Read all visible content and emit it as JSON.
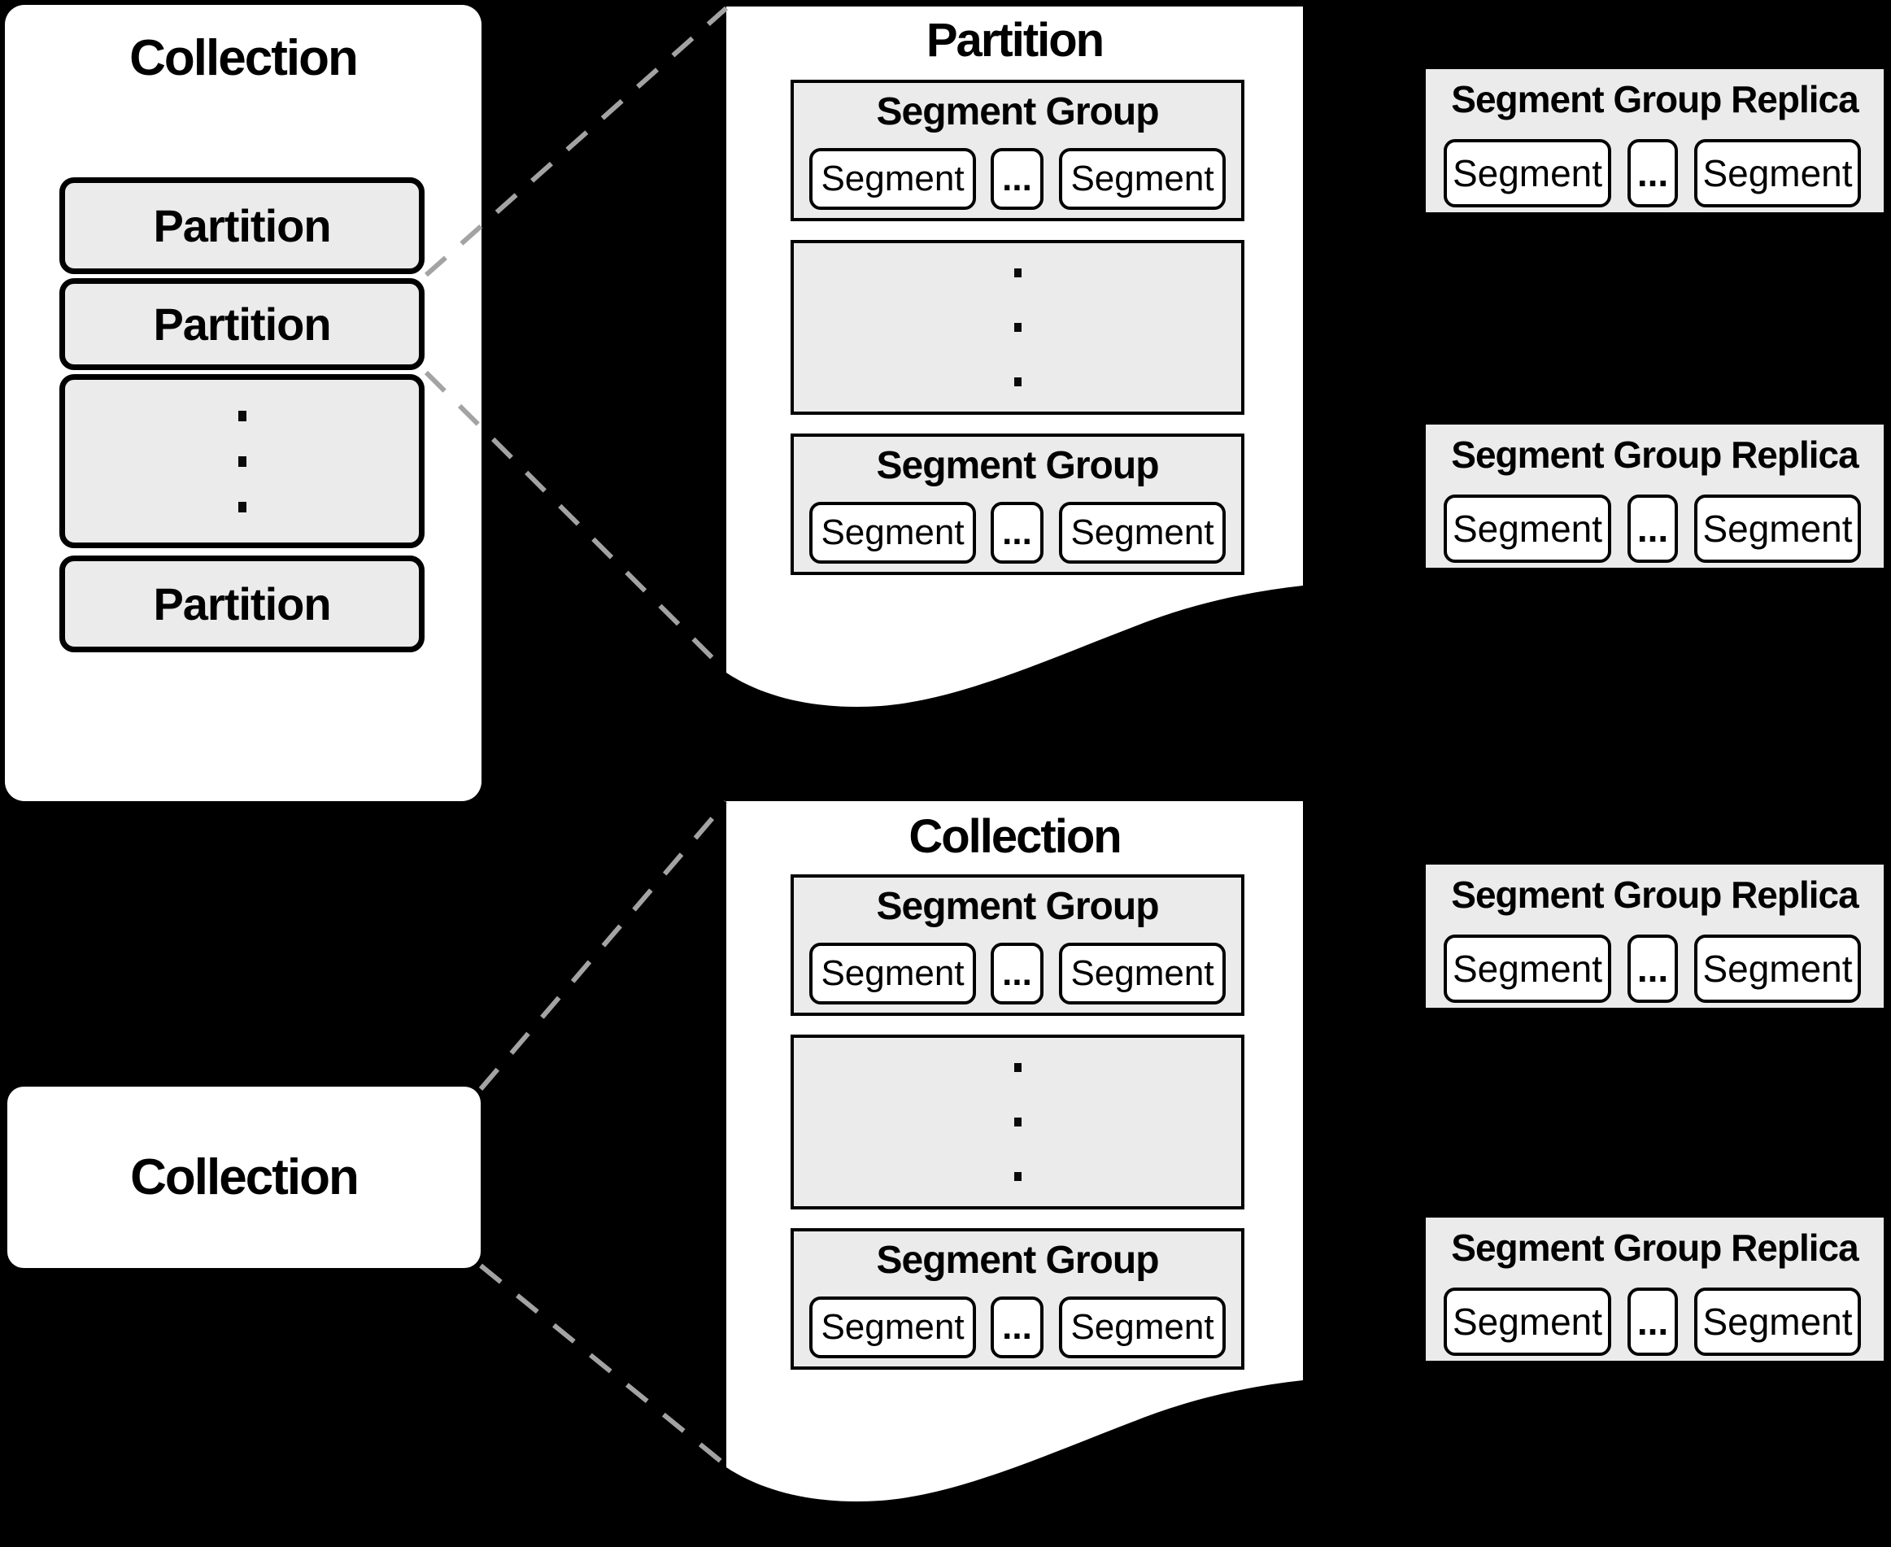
{
  "colors": {
    "background": "#000000",
    "page_fill": "#ffffff",
    "box_fill": "#ebebeb",
    "border": "#000000",
    "dashed_line": "#a3a3a3"
  },
  "collection_stack": {
    "title": "Collection",
    "partitions": [
      "Partition",
      "Partition",
      "Partition"
    ]
  },
  "collection_simple": {
    "title": "Collection"
  },
  "pages": [
    {
      "title": "Partition",
      "segment_groups": [
        {
          "title": "Segment Group",
          "segment_left": "Segment",
          "ellipsis": "...",
          "segment_right": "Segment"
        },
        {
          "title": "Segment Group",
          "segment_left": "Segment",
          "ellipsis": "...",
          "segment_right": "Segment"
        }
      ]
    },
    {
      "title": "Collection",
      "segment_groups": [
        {
          "title": "Segment Group",
          "segment_left": "Segment",
          "ellipsis": "...",
          "segment_right": "Segment"
        },
        {
          "title": "Segment Group",
          "segment_left": "Segment",
          "ellipsis": "...",
          "segment_right": "Segment"
        }
      ]
    }
  ],
  "replicas": [
    {
      "title": "Segment Group Replica",
      "segment_left": "Segment",
      "ellipsis": "...",
      "segment_right": "Segment"
    },
    {
      "title": "Segment Group Replica",
      "segment_left": "Segment",
      "ellipsis": "...",
      "segment_right": "Segment"
    },
    {
      "title": "Segment Group Replica",
      "segment_left": "Segment",
      "ellipsis": "...",
      "segment_right": "Segment"
    },
    {
      "title": "Segment Group Replica",
      "segment_left": "Segment",
      "ellipsis": "...",
      "segment_right": "Segment"
    }
  ]
}
